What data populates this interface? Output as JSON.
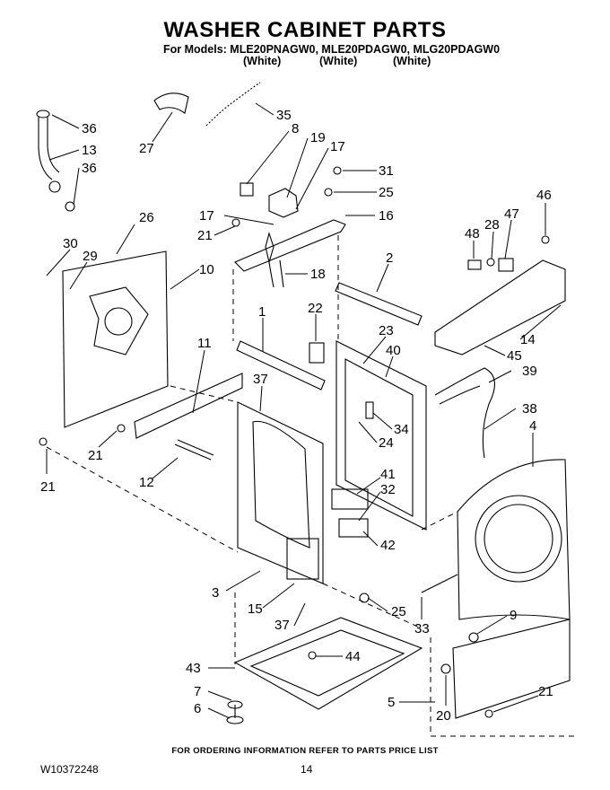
{
  "header": {
    "title": "WASHER CABINET PARTS",
    "models_line": "For Models: MLE20PNAGW0, MLE20PDAGW0, MLG20PDAGW0",
    "colors": [
      "(White)",
      "(White)",
      "(White)"
    ]
  },
  "callouts": [
    {
      "id": "c36a",
      "label": "36"
    },
    {
      "id": "c13",
      "label": "13"
    },
    {
      "id": "c36b",
      "label": "36"
    },
    {
      "id": "c27",
      "label": "27"
    },
    {
      "id": "c35",
      "label": "35"
    },
    {
      "id": "c8",
      "label": "8"
    },
    {
      "id": "c19",
      "label": "19"
    },
    {
      "id": "c17a",
      "label": "17"
    },
    {
      "id": "c31",
      "label": "31"
    },
    {
      "id": "c25a",
      "label": "25"
    },
    {
      "id": "c17b",
      "label": "17"
    },
    {
      "id": "c16",
      "label": "16"
    },
    {
      "id": "c21a",
      "label": "21"
    },
    {
      "id": "c18",
      "label": "18"
    },
    {
      "id": "c26",
      "label": "26"
    },
    {
      "id": "c30",
      "label": "30"
    },
    {
      "id": "c29",
      "label": "29"
    },
    {
      "id": "c10",
      "label": "10"
    },
    {
      "id": "c2",
      "label": "2"
    },
    {
      "id": "c46",
      "label": "46"
    },
    {
      "id": "c48",
      "label": "48"
    },
    {
      "id": "c28",
      "label": "28"
    },
    {
      "id": "c47",
      "label": "47"
    },
    {
      "id": "c1",
      "label": "1"
    },
    {
      "id": "c22",
      "label": "22"
    },
    {
      "id": "c23",
      "label": "23"
    },
    {
      "id": "c40",
      "label": "40"
    },
    {
      "id": "c14",
      "label": "14"
    },
    {
      "id": "c45",
      "label": "45"
    },
    {
      "id": "c39",
      "label": "39"
    },
    {
      "id": "c11",
      "label": "11"
    },
    {
      "id": "c37a",
      "label": "37"
    },
    {
      "id": "c34",
      "label": "34"
    },
    {
      "id": "c24",
      "label": "24"
    },
    {
      "id": "c38",
      "label": "38"
    },
    {
      "id": "c4",
      "label": "4"
    },
    {
      "id": "c21b",
      "label": "21"
    },
    {
      "id": "c21c",
      "label": "21"
    },
    {
      "id": "c12",
      "label": "12"
    },
    {
      "id": "c41",
      "label": "41"
    },
    {
      "id": "c32",
      "label": "32"
    },
    {
      "id": "c42",
      "label": "42"
    },
    {
      "id": "c3",
      "label": "3"
    },
    {
      "id": "c15",
      "label": "15"
    },
    {
      "id": "c25b",
      "label": "25"
    },
    {
      "id": "c33",
      "label": "33"
    },
    {
      "id": "c37b",
      "label": "37"
    },
    {
      "id": "c9",
      "label": "9"
    },
    {
      "id": "c44",
      "label": "44"
    },
    {
      "id": "c43",
      "label": "43"
    },
    {
      "id": "c7",
      "label": "7"
    },
    {
      "id": "c6",
      "label": "6"
    },
    {
      "id": "c5",
      "label": "5"
    },
    {
      "id": "c20",
      "label": "20"
    },
    {
      "id": "c21d",
      "label": "21"
    }
  ],
  "footer": {
    "note": "FOR ORDERING INFORMATION REFER TO PARTS PRICE LIST",
    "doc_number": "W10372248",
    "page_number": "14"
  }
}
